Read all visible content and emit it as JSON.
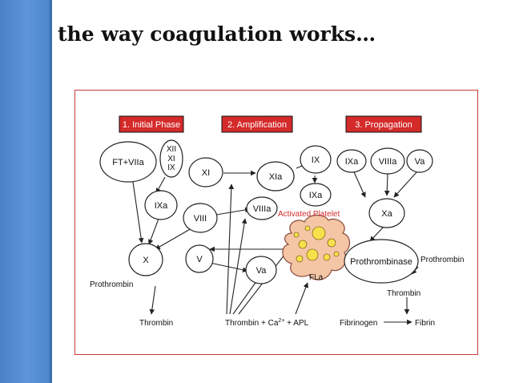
{
  "slide": {
    "title": "the way coagulation works…"
  },
  "phases": {
    "initial": "1. Initial Phase",
    "amplification": "2. Amplification",
    "propagation": "3. Propagation"
  },
  "factors": {
    "ft_viia": "FT+VIIa",
    "xii": "XII",
    "xi_small": "XI",
    "ix_small": "IX",
    "xi": "XI",
    "ix": "IX",
    "xia": "XIa",
    "ixa_amp": "IXa",
    "ixa_init": "IXa",
    "viii": "VIII",
    "viiia": "VIIIa",
    "x": "X",
    "v": "V",
    "va": "Va",
    "ixa_prop": "IXa",
    "viiia_prop": "VIIIa",
    "va_prop": "Va",
    "xa": "Xa",
    "prothrombinase": "Prothrombinase",
    "fla": "FLa"
  },
  "labels": {
    "activated_platelet": "Activated Platelet",
    "prothrombin_left": "Prothrombin",
    "thrombin_left": "Thrombin",
    "thrombin_ca_prefix": "Thrombin + Ca",
    "ca_superscript": "2+",
    "apl_suffix": " + APL",
    "prothrombin_right": "Prothrombin",
    "thrombin_right": "Thrombin",
    "fibrinogen": "Fibrinogen",
    "fibrin": "Fibrin"
  },
  "colors": {
    "phase_box": "#d42a2a",
    "frame": "#c83a3a",
    "platelet_fill": "#f4c6a6",
    "platelet_granule": "#f6e14a",
    "platelet_label": "#d42a2a",
    "sidebar": "#4f89cf"
  }
}
